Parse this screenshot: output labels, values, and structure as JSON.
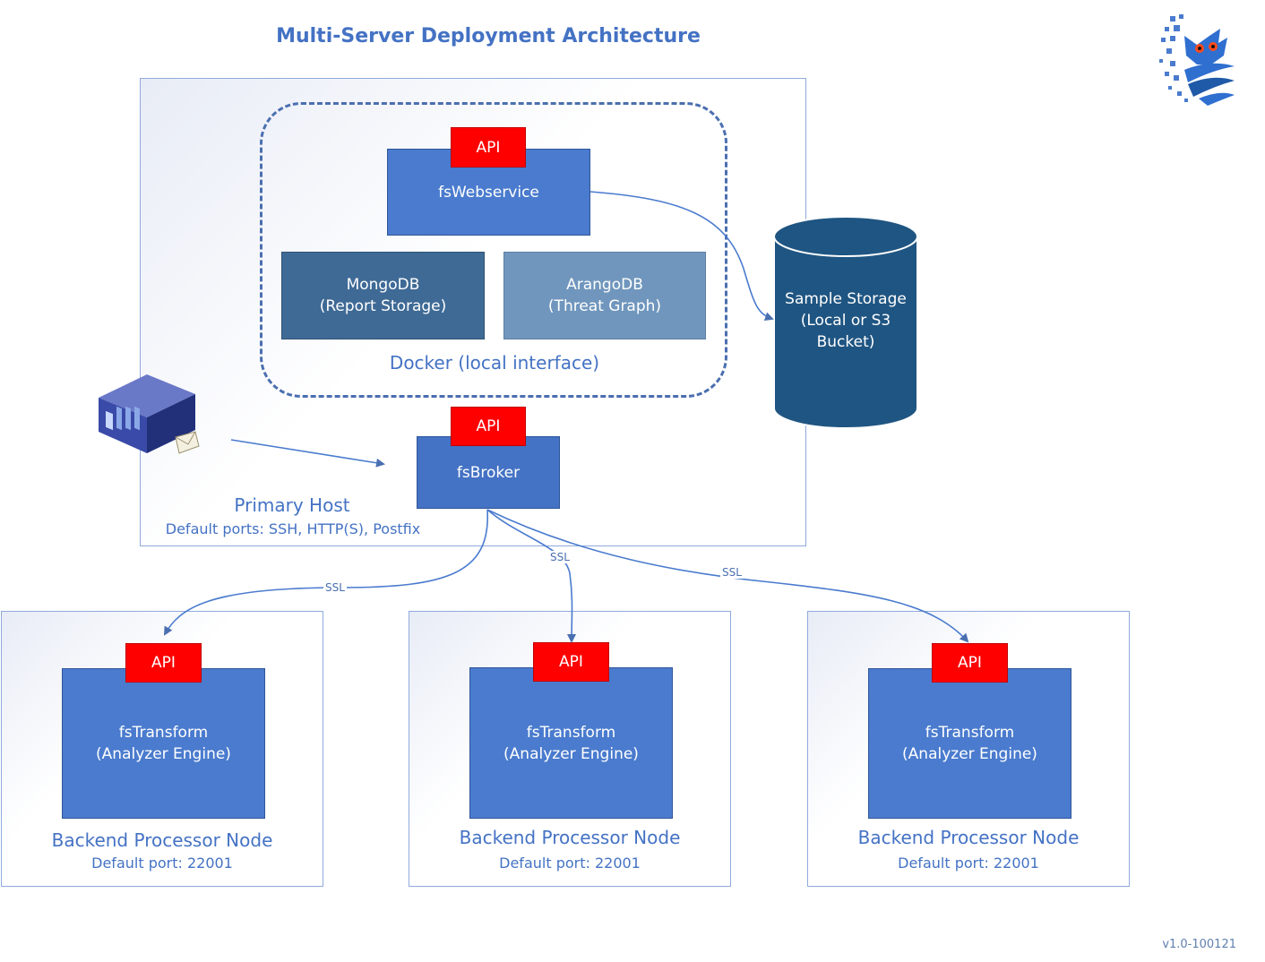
{
  "title": "Multi-Server Deployment Architecture",
  "primary_host": {
    "label": "Primary Host",
    "ports": "Default ports: SSH, HTTP(S), Postfix"
  },
  "docker": {
    "label": "Docker (local interface)"
  },
  "webservice": {
    "api": "API",
    "name": "fsWebservice"
  },
  "mongodb": {
    "line1": "MongoDB",
    "line2": "(Report Storage)"
  },
  "arangodb": {
    "line1": "ArangoDB",
    "line2": "(Threat Graph)"
  },
  "storage": {
    "line1": "Sample Storage",
    "line2": "(Local or S3",
    "line3": "Bucket)"
  },
  "broker": {
    "api": "API",
    "name": "fsBroker"
  },
  "connections": {
    "ssl_1": "SSL",
    "ssl_2": "SSL",
    "ssl_3": "SSL"
  },
  "nodes": [
    {
      "api": "API",
      "line1": "fsTransform",
      "line2": "(Analyzer Engine)",
      "label": "Backend Processor Node",
      "port": "Default port: 22001"
    },
    {
      "api": "API",
      "line1": "fsTransform",
      "line2": "(Analyzer Engine)",
      "label": "Backend Processor Node",
      "port": "Default port: 22001"
    },
    {
      "api": "API",
      "line1": "fsTransform",
      "line2": "(Analyzer Engine)",
      "label": "Backend Processor Node",
      "port": "Default port: 22001"
    }
  ],
  "icons": {
    "logo": "owl-logo-icon",
    "server": "mail-server-icon"
  },
  "version": "v1.0-100121",
  "colors": {
    "accent": "#4472c4",
    "api_red": "#ff0000",
    "service_blue": "#4a7bce",
    "storage_navy": "#1f5582"
  }
}
